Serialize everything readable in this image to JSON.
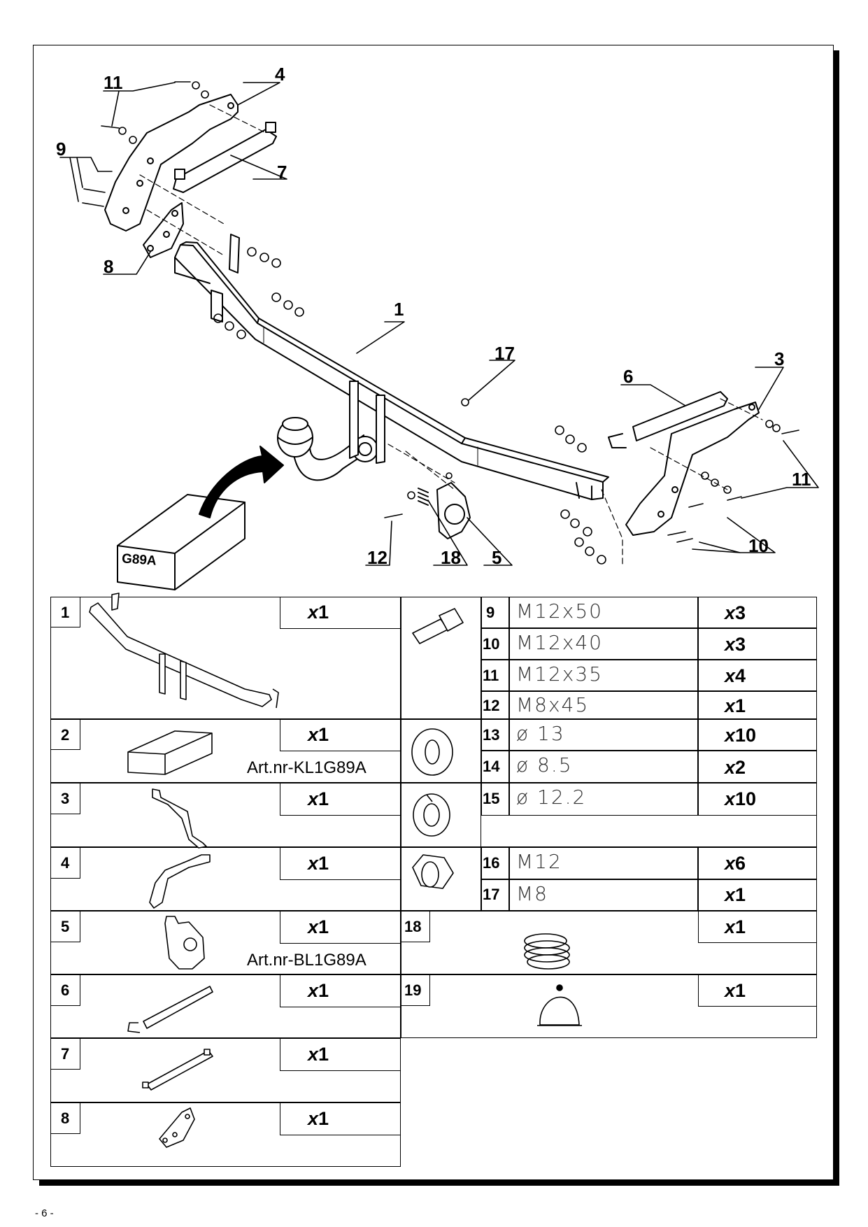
{
  "diagram": {
    "callouts": {
      "c11_top": "11",
      "c4": "4",
      "c9": "9",
      "c7": "7",
      "c8": "8",
      "c1": "1",
      "c17": "17",
      "c6": "6",
      "c3": "3",
      "c11_right": "11",
      "c10": "10",
      "c12": "12",
      "c18": "18",
      "c5": "5"
    },
    "box_label": "G89A"
  },
  "parts_left": [
    {
      "num": "1",
      "qty": "1",
      "art": ""
    },
    {
      "num": "2",
      "qty": "1",
      "art": "Art.nr-KL1G89A"
    },
    {
      "num": "3",
      "qty": "1",
      "art": ""
    },
    {
      "num": "4",
      "qty": "1",
      "art": ""
    },
    {
      "num": "5",
      "qty": "1",
      "art": "Art.nr-BL1G89A"
    },
    {
      "num": "6",
      "qty": "1",
      "art": ""
    },
    {
      "num": "7",
      "qty": "1",
      "art": ""
    },
    {
      "num": "8",
      "qty": "1",
      "art": ""
    }
  ],
  "parts_right": [
    {
      "num": "9",
      "spec": "M12x50",
      "qty": "3"
    },
    {
      "num": "10",
      "spec": "M12x40",
      "qty": "3"
    },
    {
      "num": "11",
      "spec": "M12x35",
      "qty": "4"
    },
    {
      "num": "12",
      "spec": "M8x45",
      "qty": "1"
    },
    {
      "num": "13",
      "spec": "ø 13",
      "qty": "10"
    },
    {
      "num": "14",
      "spec": "ø 8.5",
      "qty": "2"
    },
    {
      "num": "15",
      "spec": "ø 12.2",
      "qty": "10"
    },
    {
      "num": "16",
      "spec": "M12",
      "qty": "6"
    },
    {
      "num": "17",
      "spec": "M8",
      "qty": "1"
    },
    {
      "num": "18",
      "spec": "",
      "qty": "1"
    },
    {
      "num": "19",
      "spec": "",
      "qty": "1"
    }
  ],
  "qty_prefix": "x",
  "page_number": "- 6 -"
}
